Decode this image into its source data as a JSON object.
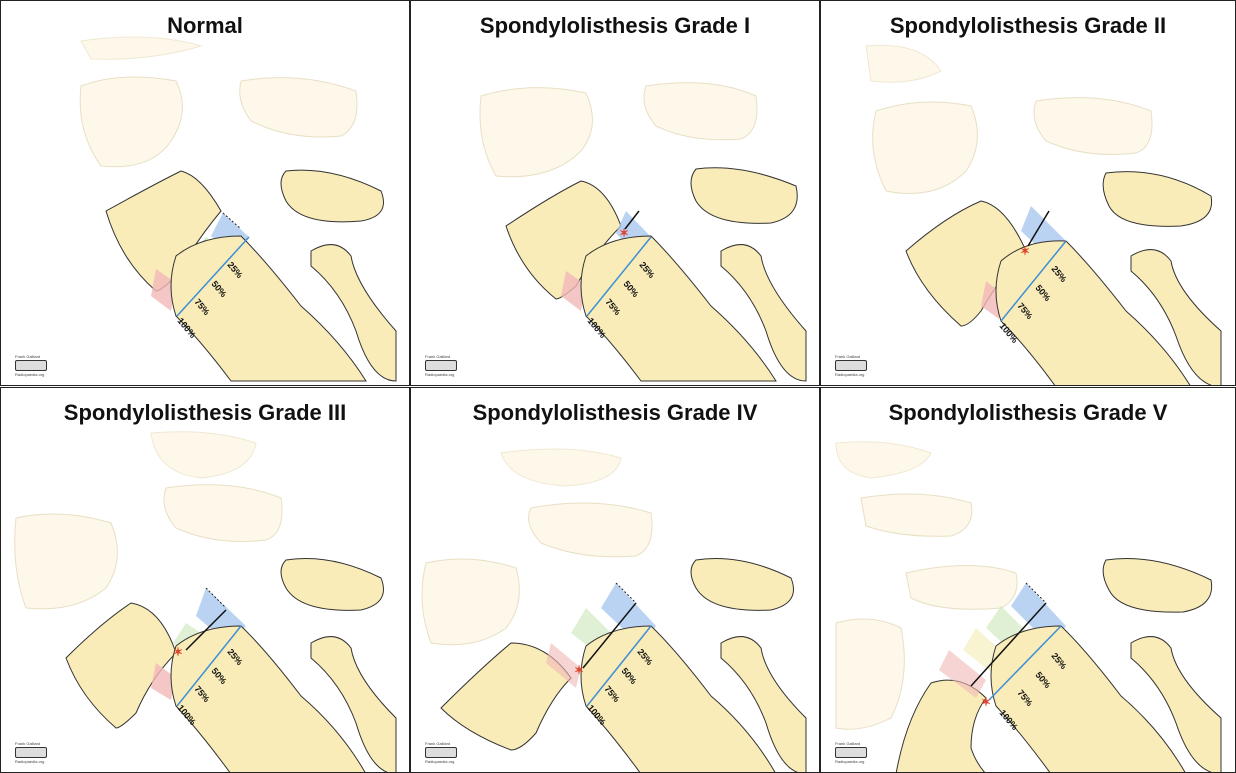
{
  "panels": [
    {
      "title": "Normal",
      "pct": [
        "25%",
        "50%",
        "75%",
        "100%"
      ],
      "credit": {
        "author": "Frank Gaillard",
        "site": "Radiopaedia.org"
      }
    },
    {
      "title": "Spondylolisthesis Grade I",
      "pct": [
        "25%",
        "50%",
        "75%",
        "100%"
      ],
      "credit": {
        "author": "Frank Gaillard",
        "site": "Radiopaedia.org"
      }
    },
    {
      "title": "Spondylolisthesis Grade II",
      "pct": [
        "25%",
        "50%",
        "75%",
        "100%"
      ],
      "credit": {
        "author": "Frank Gaillard",
        "site": "Radiopaedia.org"
      }
    },
    {
      "title": "Spondylolisthesis Grade III",
      "pct": [
        "25%",
        "50%",
        "75%",
        "100%"
      ],
      "credit": {
        "author": "Frank Gaillard",
        "site": "Radiopaedia.org"
      }
    },
    {
      "title": "Spondylolisthesis Grade IV",
      "pct": [
        "25%",
        "50%",
        "75%",
        "100%"
      ],
      "credit": {
        "author": "Frank Gaillard",
        "site": "Radiopaedia.org"
      }
    },
    {
      "title": "Spondylolisthesis Grade V",
      "pct": [
        "25%",
        "50%",
        "75%",
        "100%"
      ],
      "credit": {
        "author": "Frank Gaillard",
        "site": "Radiopaedia.org"
      }
    }
  ],
  "colors": {
    "bone": "#f9ecb8",
    "bone_faded": "#fdf8ea",
    "outline": "#333333",
    "zone_25": "#a9c8ef",
    "zone_50": "#c9e6b8",
    "zone_75": "#f6f0c4",
    "zone_100": "#f2b8b8",
    "measure_line": "#3d8fd6",
    "marker": "#e0462d"
  }
}
